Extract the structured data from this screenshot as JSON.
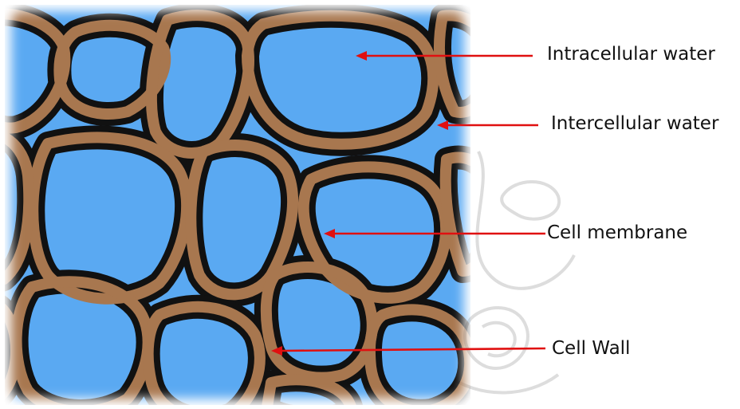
{
  "diagram": {
    "labels": {
      "intracellular_water": "Intracellular water",
      "intercellular_water": "Intercellular water",
      "cell_membrane": "Cell membrane",
      "cell_wall": "Cell Wall"
    },
    "colors": {
      "water": "#5aa9f2",
      "cell_wall": "#a8774f",
      "cell_membrane": "#111111",
      "arrow": "#e01010",
      "watermark": "#c8c8c8"
    }
  }
}
